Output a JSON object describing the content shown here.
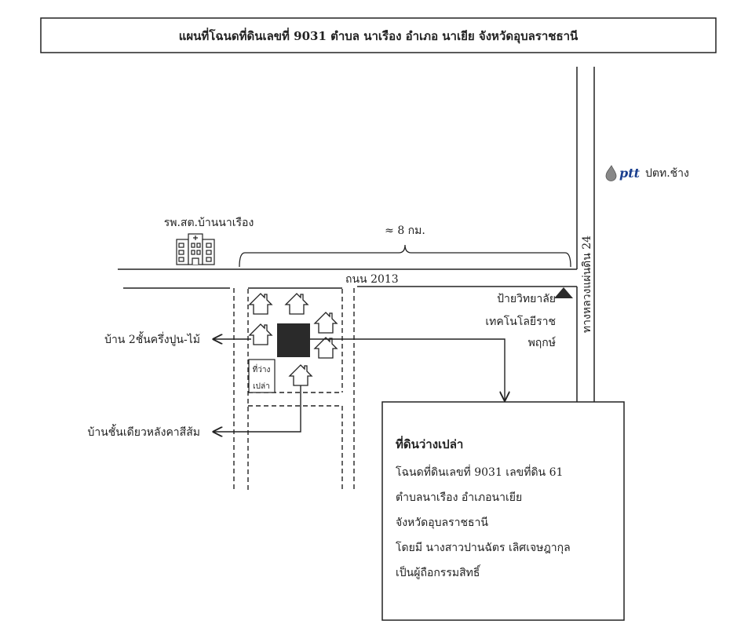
{
  "title": "แผนที่โฉนดที่ดินเลขที่  9031 ตำบล นาเรือง อำเภอ นาเยีย จังหวัดอุบลราชธานี",
  "landmarks": {
    "hospital": "รพ.สต.บ้านนาเรือง",
    "distance": "≈ 8 กม.",
    "road": "ถนน 2013",
    "highway": "ทางหลวงแผ่นดิน 24",
    "ptt_logo": "ptt",
    "ptt_label": "ปตท.ช้าง",
    "college_lines": [
      "ป้ายวิทยาลัย",
      "เทคโนโลยีราช",
      "พฤกษ์"
    ],
    "vacant_lot_lines": [
      "ที่ว่าง",
      "เปล่า"
    ],
    "house_two_storey": "บ้าน 2ชั้นครึ่งปูน-ไม้",
    "house_single_storey": "บ้านชั้นเดียวหลังคาสีส้ม"
  },
  "info_box": {
    "heading": "ที่ดินว่างเปล่า",
    "lines": [
      "โฉนดที่ดินเลขที่ 9031 เลขที่ดิน 61",
      "ตำบลนาเรือง  อำเภอนาเยีย",
      "จังหวัดอุบลราชธานี",
      "โดยมี นางสาวปานฉัตร  เลิศเจษฎากุล",
      "เป็นผู้ถือกรรมสิทธิ์"
    ]
  },
  "colors": {
    "ink": "#222222",
    "plot": "#2a2a2a",
    "ptt_blue": "#1a3f8f"
  }
}
